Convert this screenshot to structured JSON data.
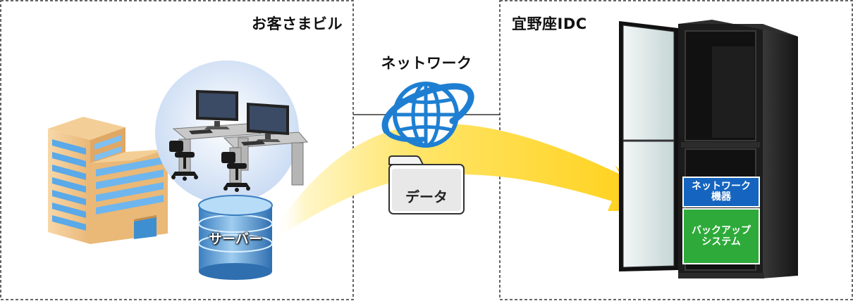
{
  "diagram": {
    "customer_building": {
      "title": "お客さまビル",
      "server_label": "サーバー"
    },
    "network": {
      "title": "ネットワーク",
      "data_label": "データ"
    },
    "idc": {
      "title": "宜野座IDC",
      "network_device_label": [
        "ネットワーク",
        "機器"
      ],
      "backup_system_label": [
        "バックアップ",
        "システム"
      ]
    }
  },
  "colors": {
    "panel_border": "#333333",
    "arrow": "#ffd21a",
    "globe": "#1e7fd2",
    "network_device_box": "#1565c0",
    "backup_box": "#2eaa3a",
    "rack": "#1a1a1a",
    "server": "#3f86c4",
    "office_circle": "#cfe0f5"
  }
}
